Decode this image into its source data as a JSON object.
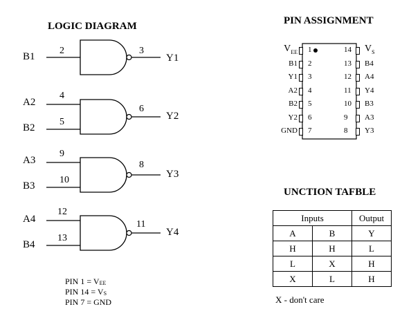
{
  "logic": {
    "title": "LOGIC DIAGRAM",
    "gates": [
      {
        "in1_label": "B1",
        "in1_pin": "2",
        "in2_label": "",
        "in2_pin": "",
        "out_pin": "3",
        "out_label": "Y1"
      },
      {
        "in1_label": "A2",
        "in1_pin": "4",
        "in2_label": "B2",
        "in2_pin": "5",
        "out_pin": "6",
        "out_label": "Y2"
      },
      {
        "in1_label": "A3",
        "in1_pin": "9",
        "in2_label": "B3",
        "in2_pin": "10",
        "out_pin": "8",
        "out_label": "Y3"
      },
      {
        "in1_label": "A4",
        "in1_pin": "12",
        "in2_label": "B4",
        "in2_pin": "13",
        "out_pin": "11",
        "out_label": "Y4"
      }
    ],
    "pin_notes": [
      {
        "prefix": "PIN 1 = V",
        "sub": "EE"
      },
      {
        "prefix": "PIN 14 = V",
        "sub": "S"
      },
      {
        "prefix": "PIN 7 = GND",
        "sub": ""
      }
    ]
  },
  "pin_assignment": {
    "title": "PIN ASSIGNMENT",
    "left": [
      {
        "num": "1",
        "label": "V",
        "sub": "EE"
      },
      {
        "num": "2",
        "label": "B1",
        "sub": ""
      },
      {
        "num": "3",
        "label": "Y1",
        "sub": ""
      },
      {
        "num": "4",
        "label": "A2",
        "sub": ""
      },
      {
        "num": "5",
        "label": "B2",
        "sub": ""
      },
      {
        "num": "6",
        "label": "Y2",
        "sub": ""
      },
      {
        "num": "7",
        "label": "GND",
        "sub": ""
      }
    ],
    "right": [
      {
        "num": "14",
        "label": "V",
        "sub": "S"
      },
      {
        "num": "13",
        "label": "B4",
        "sub": ""
      },
      {
        "num": "12",
        "label": "A4",
        "sub": ""
      },
      {
        "num": "11",
        "label": "Y4",
        "sub": ""
      },
      {
        "num": "10",
        "label": "B3",
        "sub": ""
      },
      {
        "num": "9",
        "label": "A3",
        "sub": ""
      },
      {
        "num": "8",
        "label": "Y3",
        "sub": ""
      }
    ]
  },
  "function_table": {
    "title": "UNCTION TAFBLE",
    "group_inputs": "Inputs",
    "group_output": "Output",
    "headers": [
      "A",
      "B",
      "Y"
    ],
    "rows": [
      [
        "H",
        "H",
        "L"
      ],
      [
        "L",
        "X",
        "H"
      ],
      [
        "X",
        "L",
        "H"
      ]
    ],
    "note": "X - don't care"
  }
}
